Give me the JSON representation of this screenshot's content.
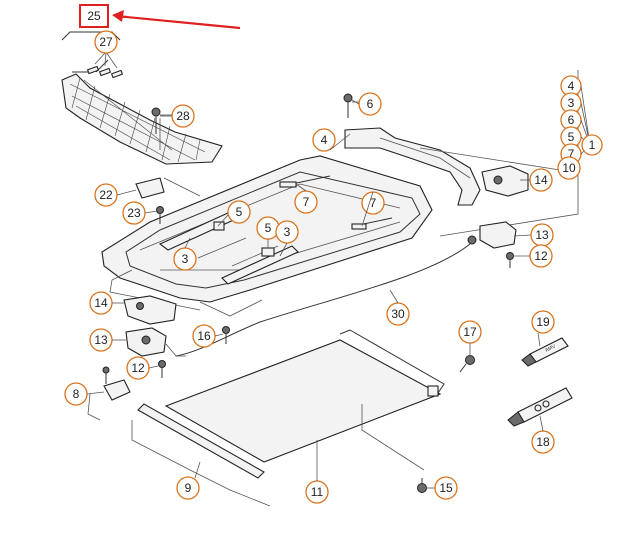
{
  "callouts": {
    "c25": "25",
    "c27": "27",
    "c28": "28",
    "c6": "6",
    "c4": "4",
    "c4r": "4",
    "c3r": "3",
    "c6r": "6",
    "c5r": "5",
    "c7r": "7",
    "c1": "1",
    "c10": "10",
    "c14a": "14",
    "c22": "22",
    "c23": "23",
    "c5a": "5",
    "c7a": "7",
    "c7b": "7",
    "c5b": "5",
    "c3a": "3",
    "c3b": "3",
    "c13a": "13",
    "c12a": "12",
    "c14b": "14",
    "c13b": "13",
    "c16": "16",
    "c30": "30",
    "c17": "17",
    "c19": "19",
    "c12b": "12",
    "c8": "8",
    "c18": "18",
    "c9": "9",
    "c11": "11",
    "c15": "15"
  },
  "colors": {
    "callout_ring": "#d9731e",
    "highlight": "#e02020"
  },
  "labels": {
    "tube_text": "AMV"
  }
}
